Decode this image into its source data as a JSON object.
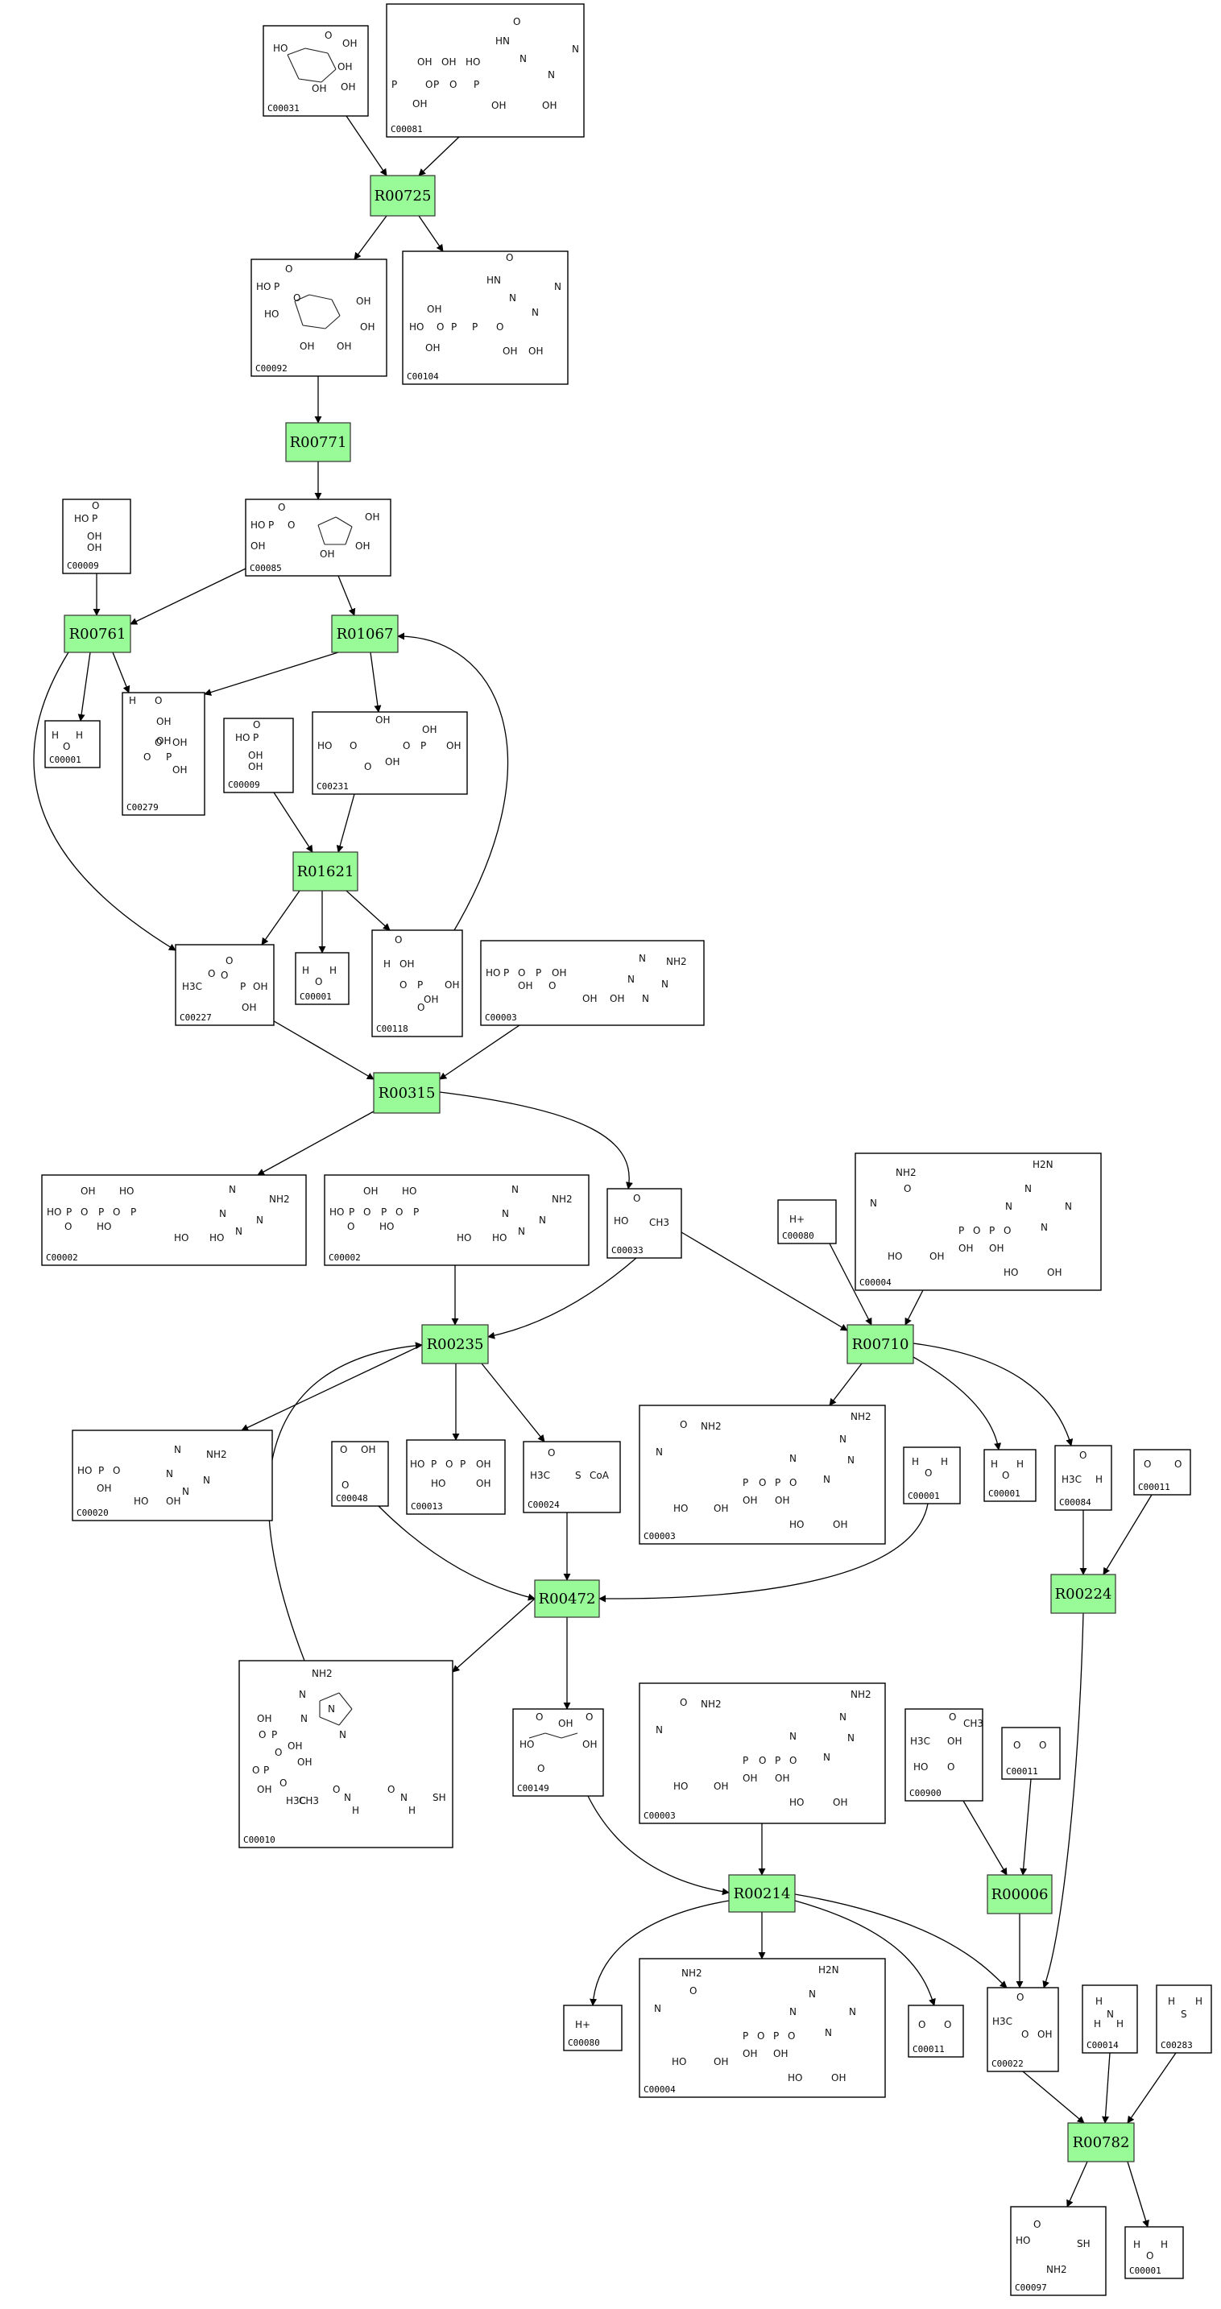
{
  "reactions": [
    {
      "id": "R00725"
    },
    {
      "id": "R00771"
    },
    {
      "id": "R00761"
    },
    {
      "id": "R01067"
    },
    {
      "id": "R01621"
    },
    {
      "id": "R00315"
    },
    {
      "id": "R00235"
    },
    {
      "id": "R00710"
    },
    {
      "id": "R00472"
    },
    {
      "id": "R00224"
    },
    {
      "id": "R00214"
    },
    {
      "id": "R00006"
    },
    {
      "id": "R00782"
    }
  ],
  "compounds": [
    {
      "key": "c00031",
      "id": "C00031",
      "labels": [
        "HO",
        "OH",
        "OH",
        "OH",
        "OH",
        "O"
      ]
    },
    {
      "key": "c00081",
      "id": "C00081",
      "labels": [
        "O",
        "HN",
        "N",
        "N",
        "N",
        "OH",
        "OH",
        "OH",
        "HO",
        "P",
        "O",
        "P",
        "O",
        "P",
        "OH",
        "OH"
      ]
    },
    {
      "key": "c00092",
      "id": "C00092",
      "labels": [
        "O",
        "HO",
        "P",
        "O",
        "OH",
        "OH",
        "OH",
        "OH",
        "HO"
      ]
    },
    {
      "key": "c00104",
      "id": "C00104",
      "labels": [
        "O",
        "HN",
        "N",
        "N",
        "N",
        "OH",
        "OH",
        "HO",
        "P",
        "O",
        "P",
        "O",
        "OH",
        "OH"
      ]
    },
    {
      "key": "c00085",
      "id": "C00085",
      "labels": [
        "O",
        "HO",
        "P",
        "O",
        "OH",
        "OH",
        "OH",
        "OH"
      ]
    },
    {
      "key": "c00009a",
      "id": "C00009",
      "labels": [
        "O",
        "HO",
        "P",
        "OH",
        "OH"
      ]
    },
    {
      "key": "c00001a",
      "id": "C00001",
      "labels": [
        "H",
        "O",
        "H"
      ]
    },
    {
      "key": "c00279",
      "id": "C00279",
      "labels": [
        "H",
        "O",
        "OH",
        "OH",
        "O",
        "P",
        "OH",
        "OH",
        "O"
      ]
    },
    {
      "key": "c00009b",
      "id": "C00009",
      "labels": [
        "O",
        "HO",
        "P",
        "OH",
        "OH"
      ]
    },
    {
      "key": "c00231",
      "id": "C00231",
      "labels": [
        "OH",
        "HO",
        "O",
        "OH",
        "O",
        "P",
        "OH",
        "OH",
        "O"
      ]
    },
    {
      "key": "c00227",
      "id": "C00227",
      "labels": [
        "H3C",
        "O",
        "P",
        "OH",
        "O",
        "OH",
        "O"
      ]
    },
    {
      "key": "c00001b",
      "id": "C00001",
      "labels": [
        "H",
        "O",
        "H"
      ]
    },
    {
      "key": "c00118",
      "id": "C00118",
      "labels": [
        "O",
        "H",
        "OH",
        "O",
        "P",
        "OH",
        "OH",
        "O"
      ]
    },
    {
      "key": "c00003a",
      "id": "C00003",
      "labels": [
        "NH2",
        "N",
        "N",
        "N",
        "N",
        "HO",
        "P",
        "O",
        "P",
        "O",
        "OH",
        "OH",
        "OH",
        "OH"
      ]
    },
    {
      "key": "c00002a",
      "id": "C00002",
      "labels": [
        "NH2",
        "N",
        "N",
        "N",
        "N",
        "HO",
        "P",
        "O",
        "P",
        "O",
        "P",
        "O",
        "HO",
        "HO",
        "HO",
        "HO",
        "OH"
      ]
    },
    {
      "key": "c00002b",
      "id": "C00002",
      "labels": [
        "NH2",
        "N",
        "N",
        "N",
        "N",
        "HO",
        "P",
        "O",
        "P",
        "O",
        "P",
        "O",
        "HO",
        "HO",
        "HO",
        "HO",
        "OH"
      ]
    },
    {
      "key": "c00033",
      "id": "C00033",
      "labels": [
        "O",
        "HO",
        "CH3"
      ]
    },
    {
      "key": "c00080a",
      "id": "C00080",
      "labels": [
        "H+"
      ]
    },
    {
      "key": "c00004a",
      "id": "C00004",
      "labels": [
        "NH2",
        "O",
        "H2N",
        "N",
        "N",
        "N",
        "N",
        "N",
        "HO",
        "OH",
        "HO",
        "OH",
        "P",
        "O",
        "P",
        "O",
        "OH",
        "OH"
      ]
    },
    {
      "key": "c00020",
      "id": "C00020",
      "labels": [
        "NH2",
        "N",
        "N",
        "N",
        "N",
        "HO",
        "P",
        "O",
        "OH",
        "HO",
        "OH"
      ]
    },
    {
      "key": "c00048",
      "id": "C00048",
      "labels": [
        "O",
        "OH",
        "O"
      ]
    },
    {
      "key": "c00013",
      "id": "C00013",
      "labels": [
        "HO",
        "P",
        "O",
        "P",
        "OH",
        "HO",
        "OH"
      ]
    },
    {
      "key": "c00024",
      "id": "C00024",
      "labels": [
        "O",
        "H3C",
        "S",
        "CoA"
      ]
    },
    {
      "key": "c00003b",
      "id": "C00003",
      "labels": [
        "NH2",
        "NH2",
        "O",
        "N",
        "N",
        "N",
        "N",
        "N",
        "HO",
        "OH",
        "HO",
        "OH",
        "P",
        "O",
        "P",
        "O",
        "OH",
        "OH"
      ]
    },
    {
      "key": "c00001c",
      "id": "C00001",
      "labels": [
        "H",
        "O",
        "H"
      ]
    },
    {
      "key": "c00001d",
      "id": "C00001",
      "labels": [
        "H",
        "O",
        "H"
      ]
    },
    {
      "key": "c00084",
      "id": "C00084",
      "labels": [
        "O",
        "H3C",
        "H"
      ]
    },
    {
      "key": "c00011a",
      "id": "C00011",
      "labels": [
        "O",
        "O"
      ]
    },
    {
      "key": "c00010",
      "id": "C00010",
      "labels": [
        "NH2",
        "N",
        "N",
        "N",
        "N",
        "OH",
        "O",
        "P",
        "O",
        "OH",
        "O",
        "P",
        "OH",
        "O",
        "OH",
        "H3C",
        "CH3",
        "O",
        "N",
        "H",
        "O",
        "N",
        "H",
        "SH"
      ]
    },
    {
      "key": "c00149",
      "id": "C00149",
      "labels": [
        "O",
        "OH",
        "O",
        "HO",
        "OH",
        "O"
      ]
    },
    {
      "key": "c00003c",
      "id": "C00003",
      "labels": [
        "NH2",
        "NH2",
        "O",
        "N",
        "N",
        "N",
        "N",
        "N",
        "HO",
        "OH",
        "HO",
        "OH",
        "P",
        "O",
        "P",
        "O",
        "OH",
        "OH"
      ]
    },
    {
      "key": "c00900",
      "id": "C00900",
      "labels": [
        "O",
        "CH3",
        "H3C",
        "OH",
        "HO",
        "O"
      ]
    },
    {
      "key": "c00011b",
      "id": "C00011",
      "labels": [
        "O",
        "O"
      ]
    },
    {
      "key": "c00080b",
      "id": "C00080",
      "labels": [
        "H+"
      ]
    },
    {
      "key": "c00004b",
      "id": "C00004",
      "labels": [
        "NH2",
        "O",
        "H2N",
        "N",
        "N",
        "N",
        "N",
        "N",
        "HO",
        "OH",
        "HO",
        "OH",
        "P",
        "O",
        "P",
        "O",
        "OH",
        "OH"
      ]
    },
    {
      "key": "c00011c",
      "id": "C00011",
      "labels": [
        "O",
        "O"
      ]
    },
    {
      "key": "c00022",
      "id": "C00022",
      "labels": [
        "O",
        "H3C",
        "O",
        "OH"
      ]
    },
    {
      "key": "c00014",
      "id": "C00014",
      "labels": [
        "H",
        "N",
        "H",
        "H"
      ]
    },
    {
      "key": "c00283",
      "id": "C00283",
      "labels": [
        "H",
        "S",
        "H"
      ]
    },
    {
      "key": "c00097",
      "id": "C00097",
      "labels": [
        "O",
        "HO",
        "SH",
        "NH2"
      ]
    },
    {
      "key": "c00001e",
      "id": "C00001",
      "labels": [
        "H",
        "O",
        "H"
      ]
    }
  ]
}
